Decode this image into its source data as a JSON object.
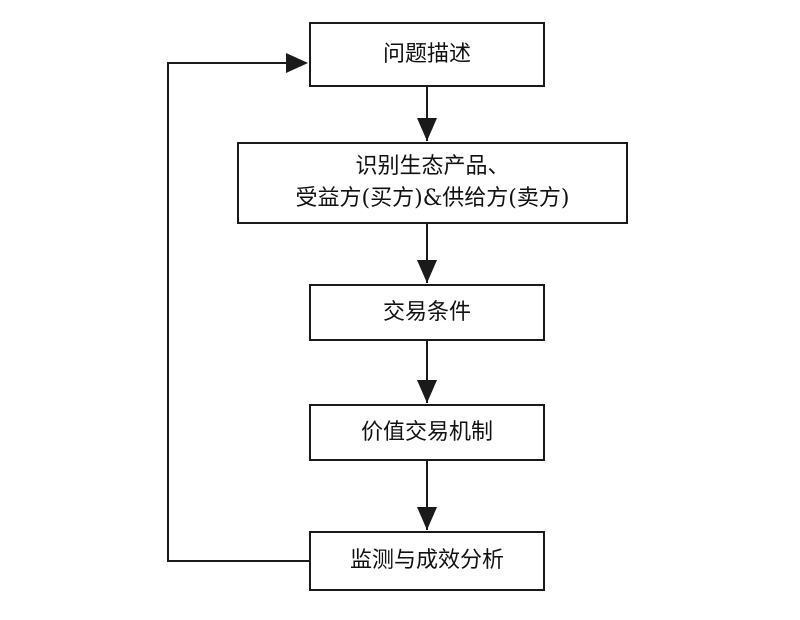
{
  "flowchart": {
    "steps": [
      {
        "label": "问题描述"
      },
      {
        "label": "识别生态产品、",
        "label_line2": "受益方(买方)&供给方(卖方)"
      },
      {
        "label": "交易条件"
      },
      {
        "label": "价值交易机制"
      },
      {
        "label": "监测与成效分析"
      }
    ]
  }
}
